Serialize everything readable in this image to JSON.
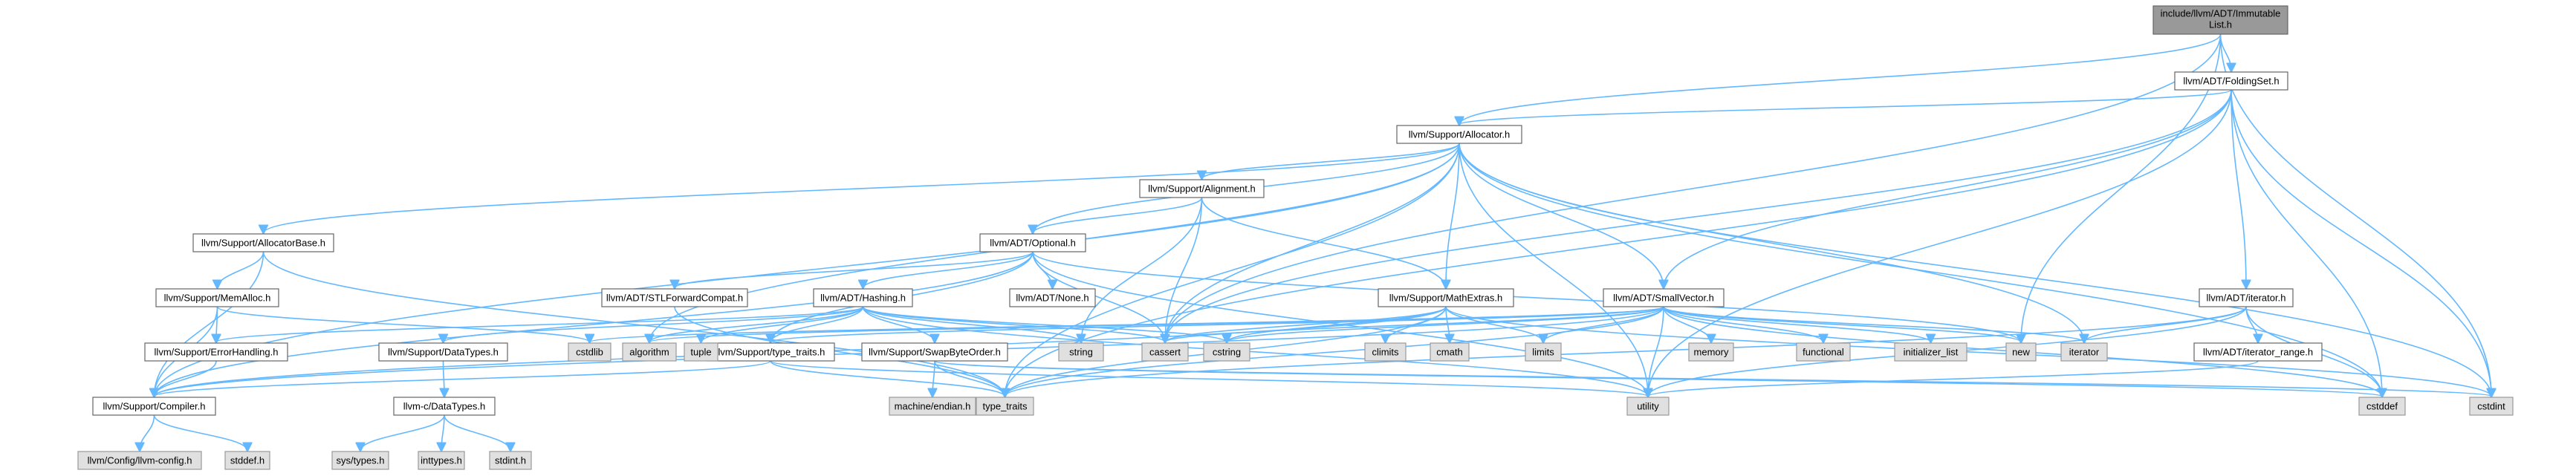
{
  "graph": {
    "title": "include/llvm/ADT/ImmutableList.h",
    "colors": {
      "edge": "#63b8ff",
      "root_fill": "#999999",
      "internal_fill": "#ffffff",
      "external_fill": "#e0e0e0",
      "border": "#666666"
    },
    "nodes": [
      {
        "id": "root",
        "label": "include/llvm/ADT/Immutable List.h",
        "kind": "root"
      },
      {
        "id": "foldingset",
        "label": "llvm/ADT/FoldingSet.h",
        "kind": "internal"
      },
      {
        "id": "allocator",
        "label": "llvm/Support/Allocator.h",
        "kind": "internal"
      },
      {
        "id": "alignment",
        "label": "llvm/Support/Alignment.h",
        "kind": "internal"
      },
      {
        "id": "allocatorbase",
        "label": "llvm/Support/AllocatorBase.h",
        "kind": "internal"
      },
      {
        "id": "optional",
        "label": "llvm/ADT/Optional.h",
        "kind": "internal"
      },
      {
        "id": "memalloc",
        "label": "llvm/Support/MemAlloc.h",
        "kind": "internal"
      },
      {
        "id": "stlforward",
        "label": "llvm/ADT/STLForwardCompat.h",
        "kind": "internal"
      },
      {
        "id": "hashing",
        "label": "llvm/ADT/Hashing.h",
        "kind": "internal"
      },
      {
        "id": "none",
        "label": "llvm/ADT/None.h",
        "kind": "internal"
      },
      {
        "id": "mathextras",
        "label": "llvm/Support/MathExtras.h",
        "kind": "internal"
      },
      {
        "id": "smallvector",
        "label": "llvm/ADT/SmallVector.h",
        "kind": "internal"
      },
      {
        "id": "iteratorh",
        "label": "llvm/ADT/iterator.h",
        "kind": "internal"
      },
      {
        "id": "iteratorrange",
        "label": "llvm/ADT/iterator_range.h",
        "kind": "internal"
      },
      {
        "id": "errorhandling",
        "label": "llvm/Support/ErrorHandling.h",
        "kind": "internal"
      },
      {
        "id": "datatypes",
        "label": "llvm/Support/DataTypes.h",
        "kind": "internal"
      },
      {
        "id": "typetraitsh",
        "label": "llvm/Support/type_traits.h",
        "kind": "internal"
      },
      {
        "id": "swapbyteorder",
        "label": "llvm/Support/SwapByteOrder.h",
        "kind": "internal"
      },
      {
        "id": "compiler",
        "label": "llvm/Support/Compiler.h",
        "kind": "internal"
      },
      {
        "id": "cdatatypes",
        "label": "llvm-c/DataTypes.h",
        "kind": "internal"
      },
      {
        "id": "cstdlib",
        "label": "cstdlib",
        "kind": "external"
      },
      {
        "id": "algorithm",
        "label": "algorithm",
        "kind": "external"
      },
      {
        "id": "tuple",
        "label": "tuple",
        "kind": "external"
      },
      {
        "id": "string",
        "label": "string",
        "kind": "external"
      },
      {
        "id": "cassert",
        "label": "cassert",
        "kind": "external"
      },
      {
        "id": "cstring",
        "label": "cstring",
        "kind": "external"
      },
      {
        "id": "climits",
        "label": "climits",
        "kind": "external"
      },
      {
        "id": "cmath",
        "label": "cmath",
        "kind": "external"
      },
      {
        "id": "limits",
        "label": "limits",
        "kind": "external"
      },
      {
        "id": "memory",
        "label": "memory",
        "kind": "external"
      },
      {
        "id": "functional",
        "label": "functional",
        "kind": "external"
      },
      {
        "id": "initlist",
        "label": "initializer_list",
        "kind": "external"
      },
      {
        "id": "new",
        "label": "new",
        "kind": "external"
      },
      {
        "id": "iterator",
        "label": "iterator",
        "kind": "external"
      },
      {
        "id": "endian",
        "label": "machine/endian.h",
        "kind": "external"
      },
      {
        "id": "type_traits",
        "label": "type_traits",
        "kind": "external"
      },
      {
        "id": "utility",
        "label": "utility",
        "kind": "external"
      },
      {
        "id": "cstddef",
        "label": "cstddef",
        "kind": "external"
      },
      {
        "id": "cstdint",
        "label": "cstdint",
        "kind": "external"
      },
      {
        "id": "llvmconfig",
        "label": "llvm/Config/llvm-config.h",
        "kind": "external"
      },
      {
        "id": "stddef",
        "label": "stddef.h",
        "kind": "external"
      },
      {
        "id": "systypes",
        "label": "sys/types.h",
        "kind": "external"
      },
      {
        "id": "inttypes",
        "label": "inttypes.h",
        "kind": "external"
      },
      {
        "id": "stdint",
        "label": "stdint.h",
        "kind": "external"
      }
    ],
    "edges": [
      [
        "root",
        "foldingset"
      ],
      [
        "root",
        "allocator"
      ],
      [
        "root",
        "cassert"
      ],
      [
        "root",
        "new"
      ],
      [
        "root",
        "cstdint"
      ],
      [
        "foldingset",
        "allocator"
      ],
      [
        "foldingset",
        "smallvector"
      ],
      [
        "foldingset",
        "iteratorh"
      ],
      [
        "foldingset",
        "cassert"
      ],
      [
        "foldingset",
        "cstddef"
      ],
      [
        "foldingset",
        "cstdint"
      ],
      [
        "foldingset",
        "type_traits"
      ],
      [
        "foldingset",
        "utility"
      ],
      [
        "allocator",
        "allocatorbase"
      ],
      [
        "allocator",
        "alignment"
      ],
      [
        "allocator",
        "optional"
      ],
      [
        "allocator",
        "mathextras"
      ],
      [
        "allocator",
        "smallvector"
      ],
      [
        "allocator",
        "compiler"
      ],
      [
        "allocator",
        "algorithm"
      ],
      [
        "allocator",
        "cassert"
      ],
      [
        "allocator",
        "cstddef"
      ],
      [
        "allocator",
        "cstdint"
      ],
      [
        "allocator",
        "iterator"
      ],
      [
        "allocator",
        "type_traits"
      ],
      [
        "allocator",
        "utility"
      ],
      [
        "alignment",
        "optional"
      ],
      [
        "alignment",
        "mathextras"
      ],
      [
        "alignment",
        "cassert"
      ],
      [
        "alignment",
        "string"
      ],
      [
        "allocatorbase",
        "memalloc"
      ],
      [
        "allocatorbase",
        "compiler"
      ],
      [
        "allocatorbase",
        "type_traits"
      ],
      [
        "memalloc",
        "compiler"
      ],
      [
        "memalloc",
        "errorhandling"
      ],
      [
        "memalloc",
        "cstdlib"
      ],
      [
        "optional",
        "hashing"
      ],
      [
        "optional",
        "none"
      ],
      [
        "optional",
        "stlforward"
      ],
      [
        "optional",
        "compiler"
      ],
      [
        "optional",
        "typetraitsh"
      ],
      [
        "optional",
        "cassert"
      ],
      [
        "optional",
        "new"
      ],
      [
        "optional",
        "utility"
      ],
      [
        "stlforward",
        "type_traits"
      ],
      [
        "hashing",
        "errorhandling"
      ],
      [
        "hashing",
        "datatypes"
      ],
      [
        "hashing",
        "swapbyteorder"
      ],
      [
        "hashing",
        "typetraitsh"
      ],
      [
        "hashing",
        "algorithm"
      ],
      [
        "hashing",
        "cassert"
      ],
      [
        "hashing",
        "cstring"
      ],
      [
        "hashing",
        "string"
      ],
      [
        "hashing",
        "tuple"
      ],
      [
        "hashing",
        "utility"
      ],
      [
        "mathextras",
        "compiler"
      ],
      [
        "mathextras",
        "cassert"
      ],
      [
        "mathextras",
        "climits"
      ],
      [
        "mathextras",
        "cmath"
      ],
      [
        "mathextras",
        "cstdint"
      ],
      [
        "mathextras",
        "cstring"
      ],
      [
        "mathextras",
        "limits"
      ],
      [
        "mathextras",
        "type_traits"
      ],
      [
        "smallvector",
        "compiler"
      ],
      [
        "smallvector",
        "typetraitsh"
      ],
      [
        "smallvector",
        "algorithm"
      ],
      [
        "smallvector",
        "cassert"
      ],
      [
        "smallvector",
        "cstddef"
      ],
      [
        "smallvector",
        "cstdlib"
      ],
      [
        "smallvector",
        "cstring"
      ],
      [
        "smallvector",
        "functional"
      ],
      [
        "smallvector",
        "initlist"
      ],
      [
        "smallvector",
        "iterator"
      ],
      [
        "smallvector",
        "limits"
      ],
      [
        "smallvector",
        "memory"
      ],
      [
        "smallvector",
        "new"
      ],
      [
        "smallvector",
        "type_traits"
      ],
      [
        "smallvector",
        "utility"
      ],
      [
        "iteratorh",
        "iteratorrange"
      ],
      [
        "iteratorh",
        "cstddef"
      ],
      [
        "iteratorh",
        "iterator"
      ],
      [
        "iteratorh",
        "type_traits"
      ],
      [
        "iteratorh",
        "utility"
      ],
      [
        "iteratorrange",
        "utility"
      ],
      [
        "errorhandling",
        "compiler"
      ],
      [
        "datatypes",
        "cdatatypes"
      ],
      [
        "typetraitsh",
        "compiler"
      ],
      [
        "typetraitsh",
        "type_traits"
      ],
      [
        "typetraitsh",
        "utility"
      ],
      [
        "swapbyteorder",
        "cstddef"
      ],
      [
        "swapbyteorder",
        "cstdint"
      ],
      [
        "swapbyteorder",
        "type_traits"
      ],
      [
        "swapbyteorder",
        "endian"
      ],
      [
        "compiler",
        "llvmconfig"
      ],
      [
        "compiler",
        "stddef"
      ],
      [
        "cdatatypes",
        "systypes"
      ],
      [
        "cdatatypes",
        "inttypes"
      ],
      [
        "cdatatypes",
        "stdint"
      ]
    ]
  }
}
